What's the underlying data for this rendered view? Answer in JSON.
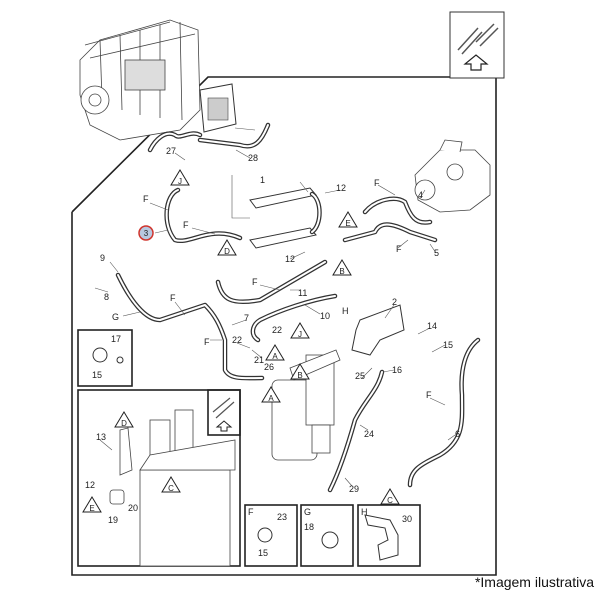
{
  "diagram": {
    "highlight_color": "#d0342c",
    "highlight_fill": "#b8c8e0",
    "selected_part": "3",
    "labels": [
      "27",
      "28",
      "1",
      "12",
      "F",
      "F",
      "12",
      "9",
      "8",
      "F",
      "G",
      "F",
      "11",
      "10",
      "H",
      "7",
      "F",
      "22",
      "22",
      "21",
      "26",
      "17",
      "15",
      "2",
      "14",
      "15",
      "25",
      "16",
      "F",
      "24",
      "6",
      "29",
      "13",
      "12",
      "19",
      "20",
      "F",
      "23",
      "15",
      "G",
      "18",
      "H",
      "30",
      "F",
      "F",
      "5",
      "4"
    ],
    "triangles": [
      "J",
      "D",
      "E",
      "B",
      "J",
      "A",
      "B",
      "A",
      "D",
      "C",
      "E",
      "C"
    ],
    "caption": "*Imagem ilustrativa",
    "icons": [
      "orientation-arrow-up-icon"
    ]
  }
}
